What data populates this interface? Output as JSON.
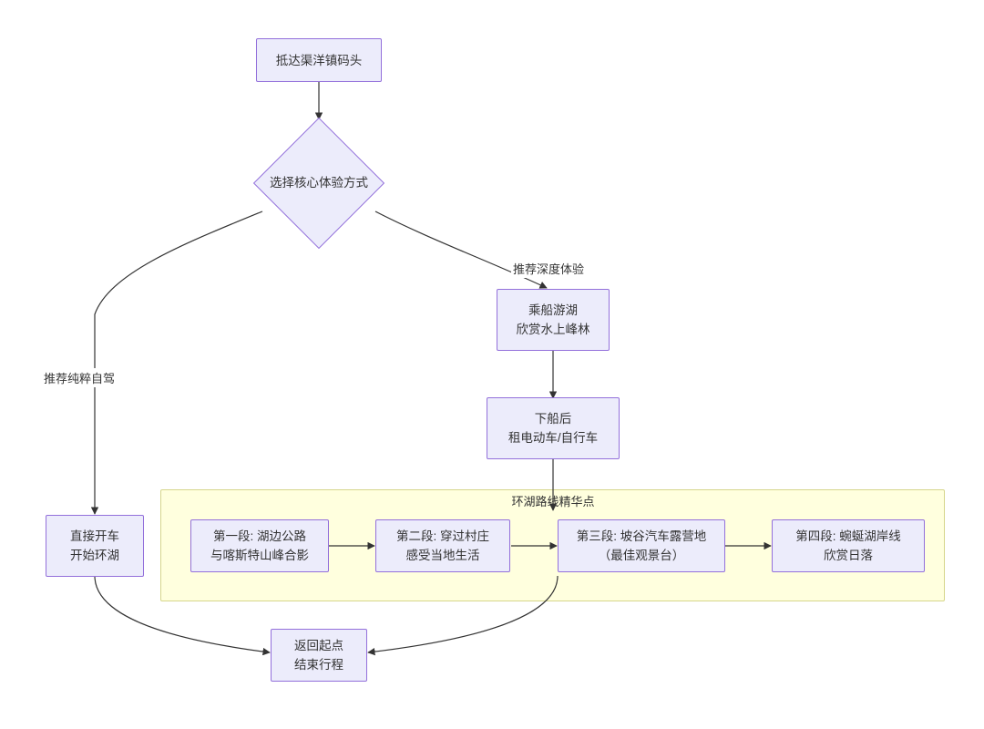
{
  "diagram": {
    "type": "flowchart",
    "title": "",
    "nodes": [
      {
        "id": "start",
        "shape": "rect",
        "lines": [
          "抵达渠洋镇码头"
        ]
      },
      {
        "id": "choice",
        "shape": "diamond",
        "lines": [
          "选择核心体验方式"
        ]
      },
      {
        "id": "boat",
        "shape": "rect",
        "lines": [
          "乘船游湖",
          "欣赏水上峰林"
        ]
      },
      {
        "id": "rent",
        "shape": "rect",
        "lines": [
          "下船后",
          "租电动车/自行车"
        ]
      },
      {
        "id": "drive",
        "shape": "rect",
        "lines": [
          "直接开车",
          "开始环湖"
        ]
      },
      {
        "id": "seg1",
        "shape": "rect",
        "lines": [
          "第一段: 湖边公路",
          "与喀斯特山峰合影"
        ]
      },
      {
        "id": "seg2",
        "shape": "rect",
        "lines": [
          "第二段: 穿过村庄",
          "感受当地生活"
        ]
      },
      {
        "id": "seg3",
        "shape": "rect",
        "lines": [
          "第三段: 坡谷汽车露营地",
          "（最佳观景台）"
        ]
      },
      {
        "id": "seg4",
        "shape": "rect",
        "lines": [
          "第四段: 蜿蜒湖岸线",
          "欣赏日落"
        ]
      },
      {
        "id": "end",
        "shape": "rect",
        "lines": [
          "返回起点",
          "结束行程"
        ]
      }
    ],
    "cluster": {
      "id": "loop-route",
      "title": "环湖路线精华点"
    },
    "edge_labels": [
      {
        "id": "label-self-drive",
        "text": "推荐纯粹自驾"
      },
      {
        "id": "label-deep-exp",
        "text": "推荐深度体验"
      }
    ],
    "colors": {
      "node_fill": "#ECECFB",
      "node_border": "#9370DB",
      "cluster_fill": "#FFFFDE",
      "cluster_border": "#D6D68B",
      "edge_stroke": "#333333",
      "text": "#333333",
      "background": "#FFFFFF"
    }
  }
}
